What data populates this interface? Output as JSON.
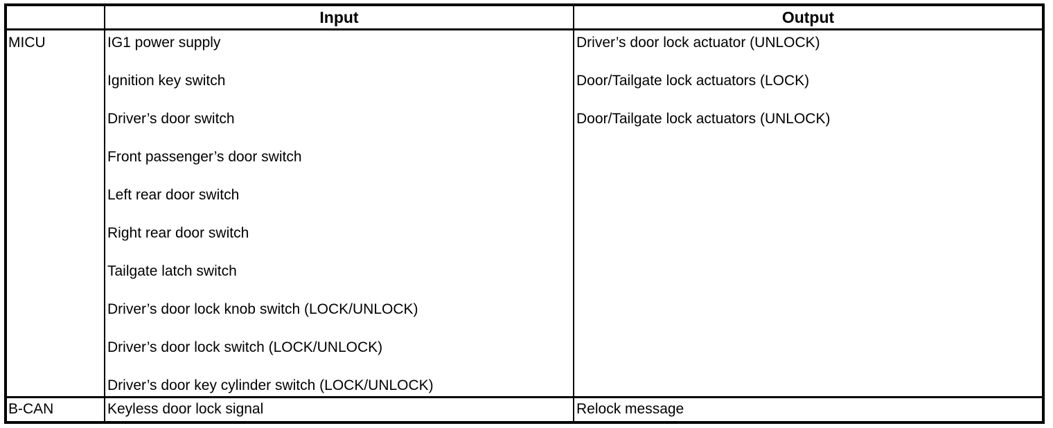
{
  "colors": {
    "border": "#000000",
    "background": "#ffffff",
    "text": "#000000"
  },
  "table": {
    "columns": [
      "",
      "Input",
      "Output"
    ],
    "rows": [
      {
        "source": "MICU",
        "inputs": [
          "IG1 power supply",
          "Ignition key switch",
          "Driver’s door switch",
          "Front passenger’s door switch",
          "Left rear door switch",
          "Right rear door switch",
          "Tailgate latch switch",
          "Driver’s door lock knob switch (LOCK/UNLOCK)",
          "Driver’s door lock switch (LOCK/UNLOCK)",
          "Driver’s door key cylinder switch (LOCK/UNLOCK)"
        ],
        "outputs": [
          "Driver’s door lock actuator (UNLOCK)",
          "Door/Tailgate lock actuators (LOCK)",
          "Door/Tailgate lock actuators (UNLOCK)"
        ]
      },
      {
        "source": "B-CAN",
        "inputs": [
          "Keyless door lock signal"
        ],
        "outputs": [
          "Relock message"
        ]
      }
    ]
  }
}
